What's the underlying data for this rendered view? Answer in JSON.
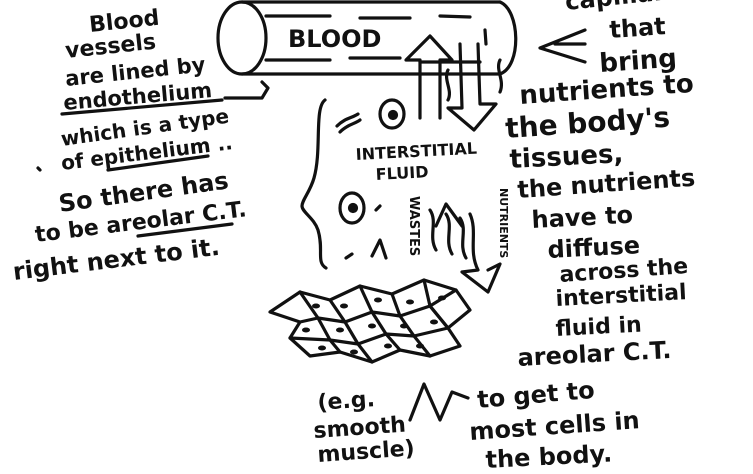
{
  "colors": {
    "ink": "#111111",
    "paper": "#ffffff"
  },
  "vessel": {
    "label": "BLOOD"
  },
  "left_note": {
    "lines": [
      "Blood",
      "vessels",
      "are lined by",
      "endothelium",
      "which is a type",
      "of epithelium ..",
      "So there has",
      "to be areolar C.T.",
      "right next to it."
    ]
  },
  "right_note": {
    "lines": [
      "capillaries,",
      "that",
      "bring",
      "nutrients to",
      "the body's",
      "tissues,",
      "the nutrients",
      "have to",
      "diffuse",
      "across the",
      "interstitial",
      "fluid in",
      "areolar C.T.",
      "to get to",
      "most cells in",
      "the body."
    ]
  },
  "center": {
    "fluid_line1": "INTERSTITIAL",
    "fluid_line2": "FLUID",
    "wastes": "WASTES",
    "nutrients": "NUTRIENTS"
  },
  "example_note": {
    "line1": "(e.g.",
    "line2": "smooth",
    "line3": "muscle)"
  },
  "icons": [
    "blood-vessel-tube",
    "up-arrow",
    "down-arrow",
    "left-arrow",
    "cell-sheet",
    "smooth-muscle-cell"
  ]
}
